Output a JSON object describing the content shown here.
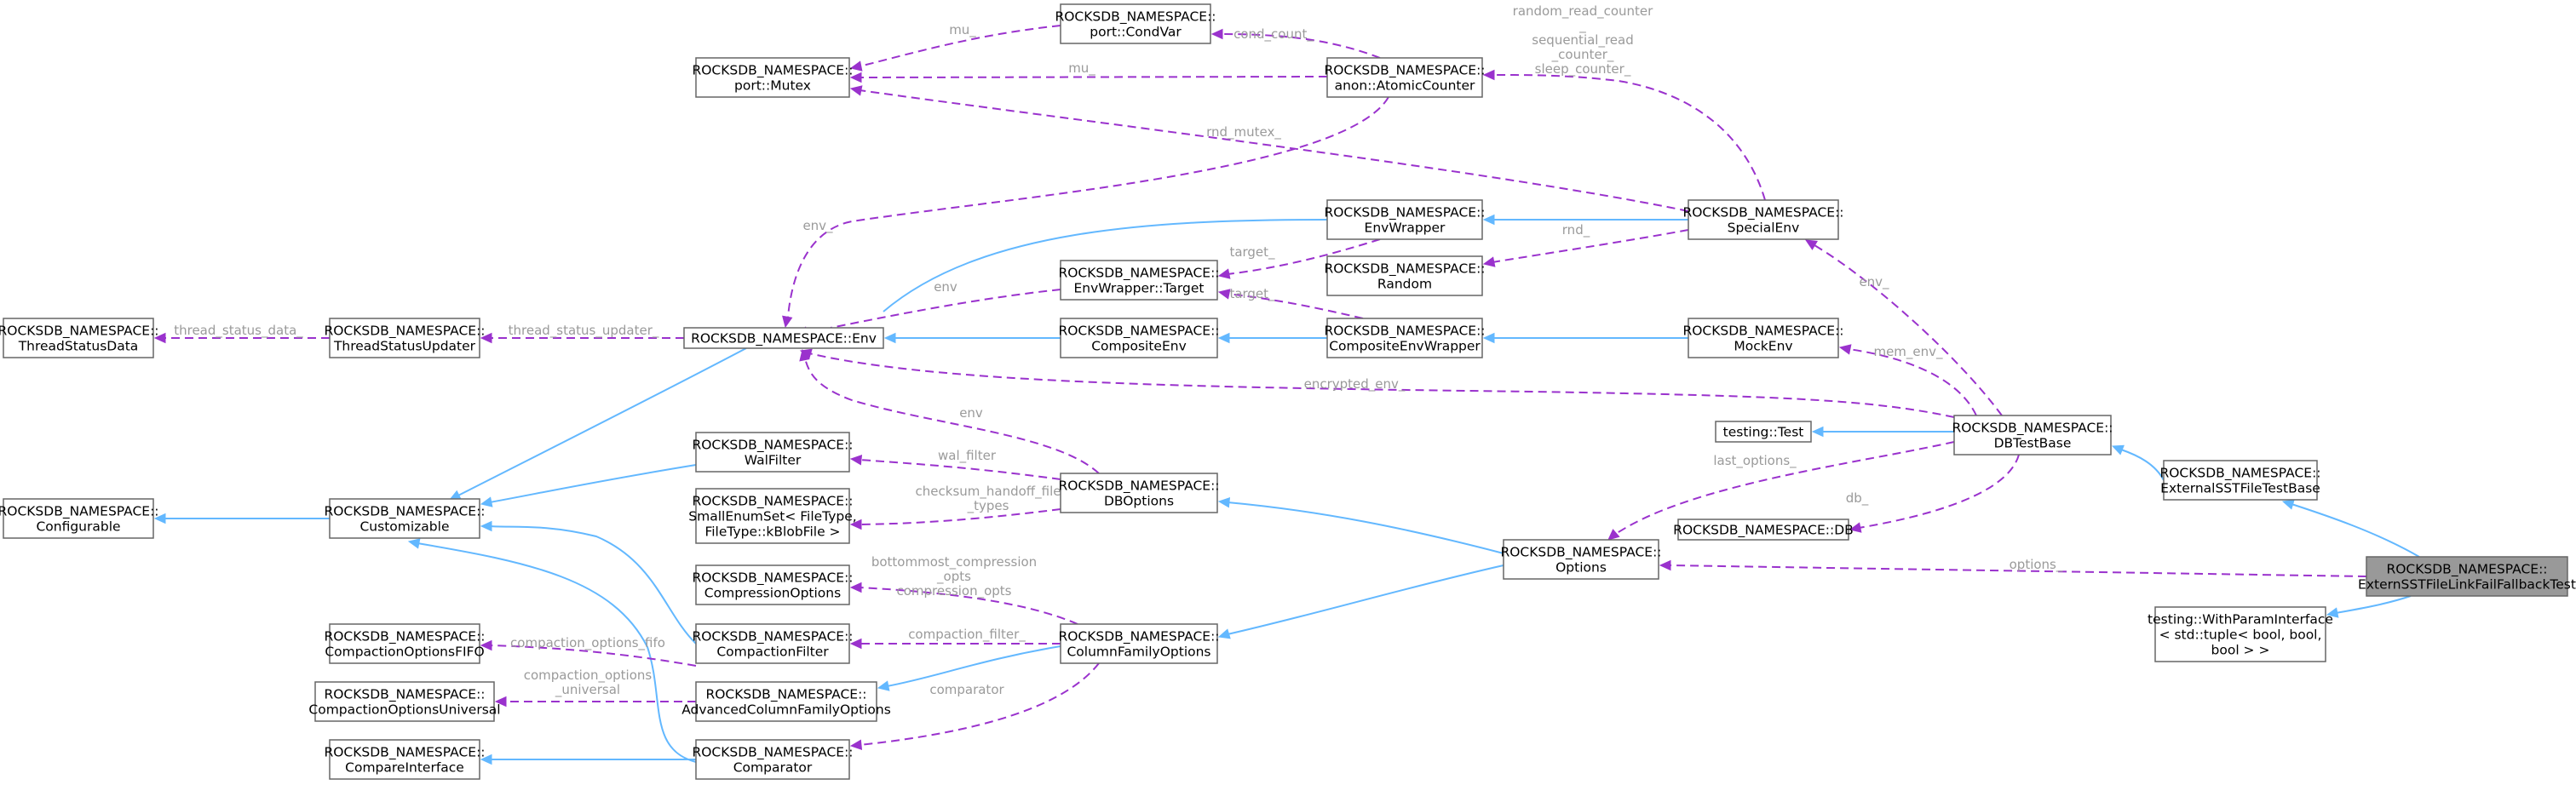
{
  "nodes": {
    "threadStatusData": [
      "ROCKSDB_NAMESPACE::",
      "ThreadStatusData"
    ],
    "threadStatusUpdater": [
      "ROCKSDB_NAMESPACE::",
      "ThreadStatusUpdater"
    ],
    "env": [
      "ROCKSDB_NAMESPACE::Env"
    ],
    "configurable": [
      "ROCKSDB_NAMESPACE::",
      "Configurable"
    ],
    "customizable": [
      "ROCKSDB_NAMESPACE::",
      "Customizable"
    ],
    "portMutex": [
      "ROCKSDB_NAMESPACE::",
      "port::Mutex"
    ],
    "portCondVar": [
      "ROCKSDB_NAMESPACE::",
      "port::CondVar"
    ],
    "atomicCounter": [
      "ROCKSDB_NAMESPACE::",
      "anon::AtomicCounter"
    ],
    "envWrapper": [
      "ROCKSDB_NAMESPACE::",
      "EnvWrapper"
    ],
    "random": [
      "ROCKSDB_NAMESPACE::",
      "Random"
    ],
    "envWrapperTarget": [
      "ROCKSDB_NAMESPACE::",
      "EnvWrapper::Target"
    ],
    "compositeEnv": [
      "ROCKSDB_NAMESPACE::",
      "CompositeEnv"
    ],
    "compositeEnvWrapper": [
      "ROCKSDB_NAMESPACE::",
      "CompositeEnvWrapper"
    ],
    "specialEnv": [
      "ROCKSDB_NAMESPACE::",
      "SpecialEnv"
    ],
    "mockEnv": [
      "ROCKSDB_NAMESPACE::",
      "MockEnv"
    ],
    "walFilter": [
      "ROCKSDB_NAMESPACE::",
      "WalFilter"
    ],
    "smallEnumSet": [
      "ROCKSDB_NAMESPACE::",
      "SmallEnumSet< FileType,",
      "FileType::kBlobFile >"
    ],
    "dbOptions": [
      "ROCKSDB_NAMESPACE::",
      "DBOptions"
    ],
    "compressionOptions": [
      "ROCKSDB_NAMESPACE::",
      "CompressionOptions"
    ],
    "compactionFilter": [
      "ROCKSDB_NAMESPACE::",
      "CompactionFilter"
    ],
    "columnFamilyOptions": [
      "ROCKSDB_NAMESPACE::",
      "ColumnFamilyOptions"
    ],
    "compactionOptionsFIFO": [
      "ROCKSDB_NAMESPACE::",
      "CompactionOptionsFIFO"
    ],
    "compactionOptionsUniversal": [
      "ROCKSDB_NAMESPACE::",
      "CompactionOptionsUniversal"
    ],
    "advancedColumnFamilyOptions": [
      "ROCKSDB_NAMESPACE::",
      "AdvancedColumnFamilyOptions"
    ],
    "compareInterface": [
      "ROCKSDB_NAMESPACE::",
      "CompareInterface"
    ],
    "comparator": [
      "ROCKSDB_NAMESPACE::",
      "Comparator"
    ],
    "options": [
      "ROCKSDB_NAMESPACE::",
      "Options"
    ],
    "testingTest": [
      "testing::Test"
    ],
    "db": [
      "ROCKSDB_NAMESPACE::DB"
    ],
    "dbTestBase": [
      "ROCKSDB_NAMESPACE::",
      "DBTestBase"
    ],
    "externalSSTFileTestBase": [
      "ROCKSDB_NAMESPACE::",
      "ExternalSSTFileTestBase"
    ],
    "withParamInterface": [
      "testing::WithParamInterface",
      "< std::tuple< bool, bool,",
      "bool > >"
    ],
    "mainClass": [
      "ROCKSDB_NAMESPACE::",
      "ExternSSTFileLinkFailFallbackTest"
    ]
  },
  "edge_labels": {
    "mu_top": "mu_",
    "mu_mid": "mu_",
    "cond_count": "cond_count_",
    "rnd_mutex": "rnd_mutex_",
    "env_atomic": "env_",
    "counters": [
      "random_read_counter",
      "_",
      "sequential_read",
      "_counter_",
      "sleep_counter_"
    ],
    "target_a": "target_",
    "target_b": "target_",
    "rnd": "rnd_",
    "env_target": "env",
    "thread_status_data": "thread_status_data_",
    "thread_status_updater": "thread_status_updater_",
    "env_special": "env_",
    "mem_env": "mem_env_",
    "encrypted_env": "encrypted_env_",
    "env_dboptions": "env",
    "wal_filter": "wal_filter",
    "checksum": [
      "checksum_handoff_file",
      "_types"
    ],
    "last_options": "last_options_",
    "db": "db_",
    "options": "options_",
    "compression": [
      "bottommost_compression",
      "_opts",
      "compression_opts"
    ],
    "compaction_filter": "compaction_filter_",
    "fifo": "compaction_options_fifo",
    "universal": [
      "compaction_options",
      "_universal"
    ],
    "comparator": "comparator"
  }
}
